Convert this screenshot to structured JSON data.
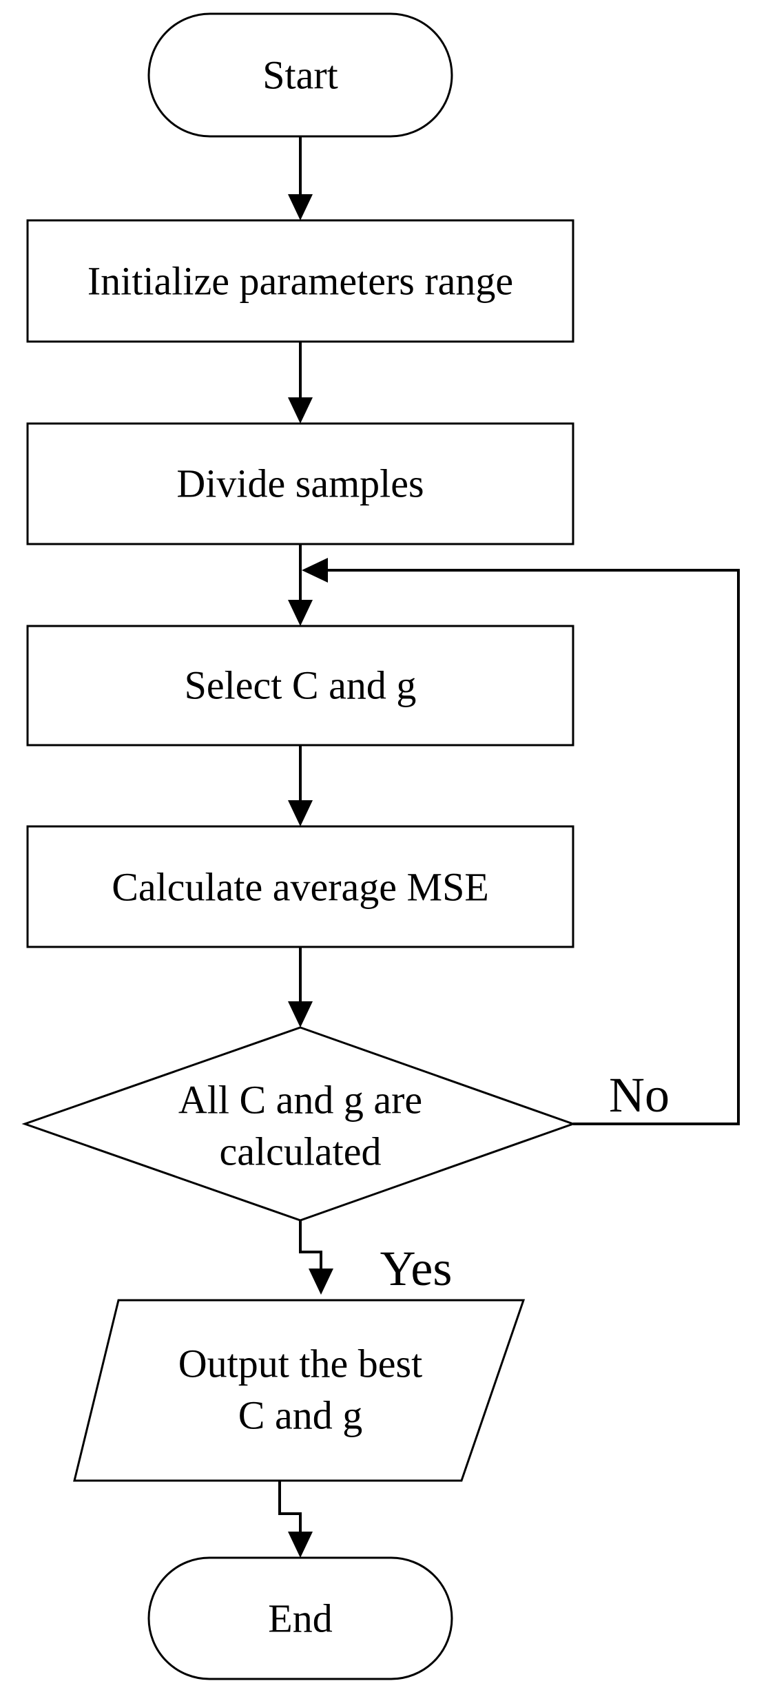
{
  "nodes": {
    "start": "Start",
    "init": "Initialize parameters range",
    "divide": "Divide samples",
    "select": "Select C and g",
    "calc": "Calculate average MSE",
    "decision": [
      "All C and g are",
      "calculated"
    ],
    "output": [
      "Output the best",
      "C and g"
    ],
    "end": "End"
  },
  "edges": {
    "no": "No",
    "yes": "Yes"
  }
}
